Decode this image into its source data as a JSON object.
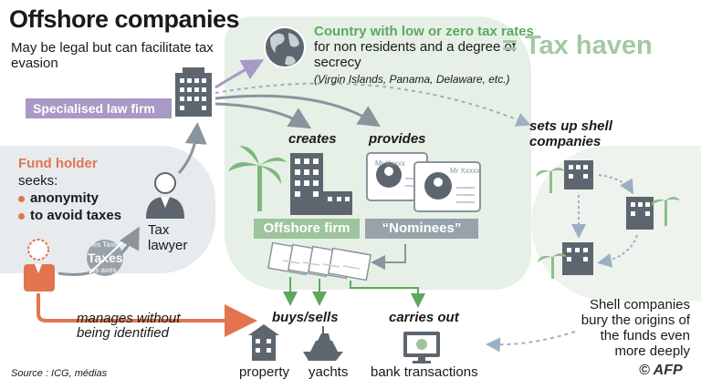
{
  "title": "Offshore companies",
  "subtitle": "May be legal but can facilitate tax evasion",
  "tax_haven": {
    "desc_strong": "Country with low or zero tax rates",
    "desc_rest": " for non residents and a degree of secrecy",
    "examples": "(Virgin Islands, Panama, Delaware, etc.)",
    "equals": "= Tax haven"
  },
  "law_firm": "Specialised law firm",
  "fund_holder": {
    "label": "Fund holder",
    "seeks": "seeks:",
    "goals": [
      "anonymity",
      "to avoid taxes"
    ]
  },
  "lawyer": {
    "line1": "Tax",
    "line2": "lawyer"
  },
  "taxes_badge": {
    "main": "Taxes",
    "top": "les Taxe",
    "bottom": "es  axes"
  },
  "actions": {
    "creates": "creates",
    "provides": "provides",
    "sets_up": "sets up shell companies",
    "manages": "manages without being identified",
    "buys_sells": "buys/sells",
    "carries_out": "carries out"
  },
  "offshore_firm": "Offshore firm",
  "nominees": "“Nominees”",
  "id_card_name": "Mr Xxxxx",
  "assets": [
    "property",
    "yachts",
    "bank transactions"
  ],
  "shell_note": "Shell companies bury the origins of the funds even more deeply",
  "source": "Source : ICG, médias",
  "credit": "© AFP",
  "colors": {
    "green": "#5ea85e",
    "haven_light": "#a3c9a3",
    "purple": "#a899c6",
    "orange": "#e2754e",
    "grey": "#98a2aa",
    "dark": "#4a535b"
  }
}
